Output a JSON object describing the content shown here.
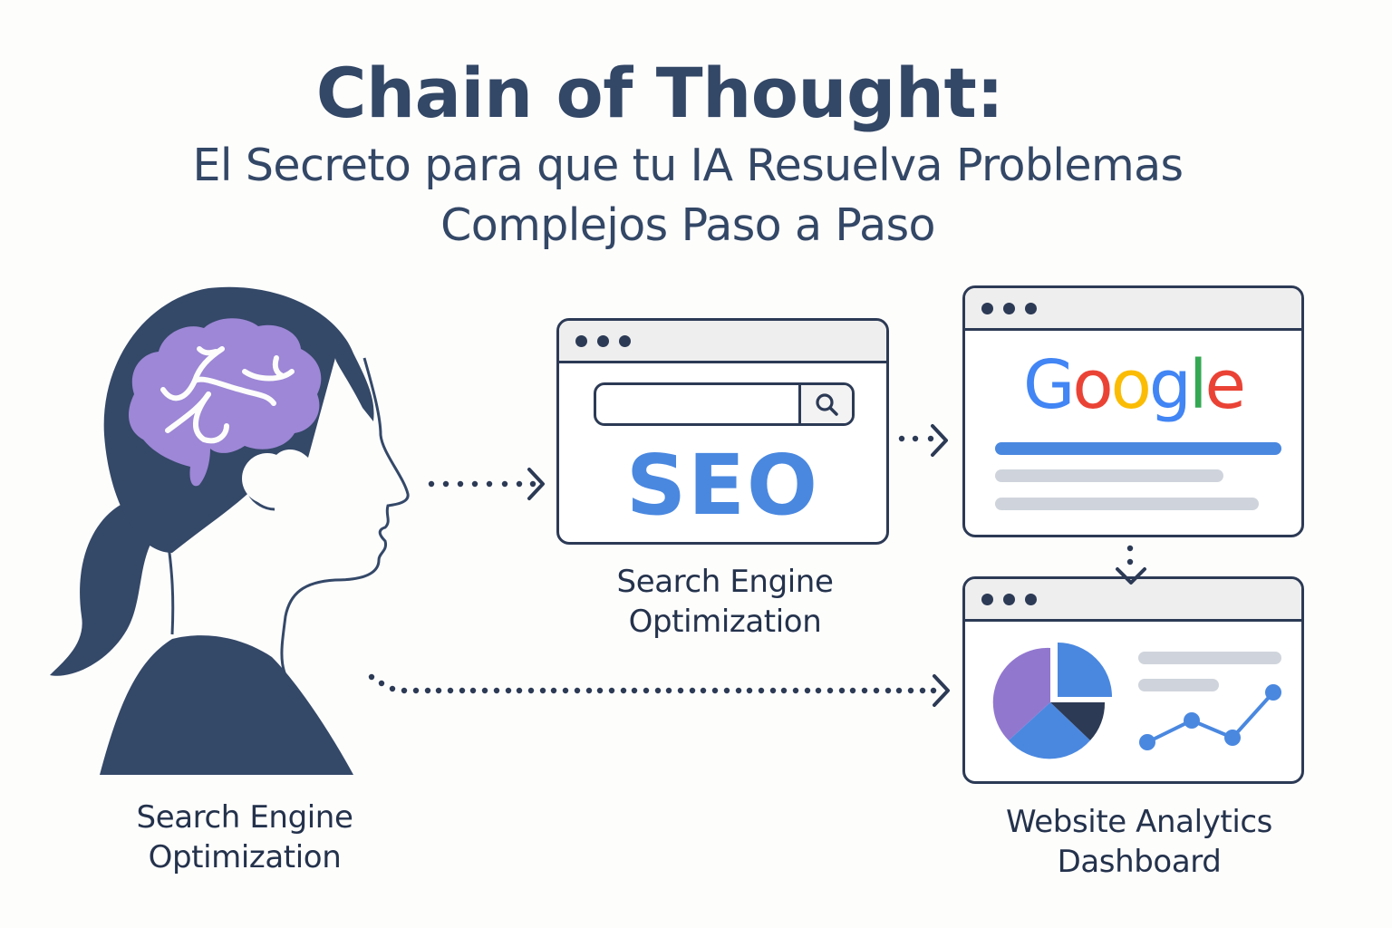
{
  "header": {
    "title": "Chain of Thought:",
    "subtitle_line1": "El Secreto para que tu IA Resuelva Problemas",
    "subtitle_line2": "Complejos Paso a Paso"
  },
  "nodes": {
    "person": {
      "icon": "head-with-brain-icon",
      "caption_line1": "Search Engine",
      "caption_line2": "Optimization"
    },
    "seo_window": {
      "icon": "browser-window-icon",
      "search_icon": "magnifier-icon",
      "text": "SEO",
      "caption_line1": "Search Engine",
      "caption_line2": "Optimization"
    },
    "google_window": {
      "icon": "browser-window-icon",
      "logo_letters": [
        {
          "char": "G",
          "color": "#4285F4"
        },
        {
          "char": "o",
          "color": "#EA4335"
        },
        {
          "char": "o",
          "color": "#FBBC05"
        },
        {
          "char": "g",
          "color": "#4285F4"
        },
        {
          "char": "l",
          "color": "#34A853"
        },
        {
          "char": "e",
          "color": "#EA4335"
        }
      ]
    },
    "analytics_window": {
      "icon": "browser-window-icon",
      "chart_icons": [
        "pie-chart-icon",
        "line-chart-icon"
      ],
      "caption_line1": "Website Analytics",
      "caption_line2": "Dashboard"
    }
  },
  "connections": [
    {
      "from": "person",
      "to": "seo_window",
      "style": "dotted-arrow"
    },
    {
      "from": "seo_window",
      "to": "google_window",
      "style": "dotted-arrow"
    },
    {
      "from": "google_window",
      "to": "analytics_window",
      "style": "dotted-arrow-down"
    },
    {
      "from": "person",
      "to": "analytics_window",
      "style": "dotted-arrow"
    }
  ],
  "colors": {
    "ink": "#2c3a55",
    "title": "#334766",
    "brain": "#9d87d6",
    "blue": "#4a88e0",
    "purple": "#9277cf",
    "gray_bar": "#cfd4dc",
    "navy_slice": "#2c3a55"
  }
}
